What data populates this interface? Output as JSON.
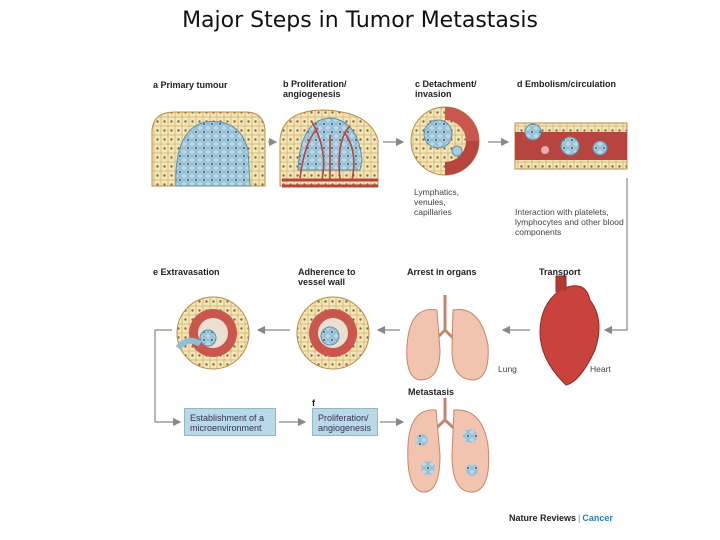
{
  "title": "Major Steps in Tumor Metastasis",
  "steps": {
    "a": {
      "letter": "a",
      "label": "Primary tumour"
    },
    "b": {
      "letter": "b",
      "label": "Proliferation/ angiogenesis"
    },
    "c": {
      "letter": "c",
      "label": "Detachment/ invasion"
    },
    "d": {
      "letter": "d",
      "label": "Embolism/circulation"
    },
    "e": {
      "letter": "e",
      "label": "Extravasation"
    },
    "adherence": "Adherence to vessel wall",
    "arrest": "Arrest in organs",
    "transport": "Transport",
    "metastasis": "Metastasis",
    "f": {
      "letter": "f"
    }
  },
  "notes": {
    "lymphatics": "Lymphatics, venules, capillaries",
    "interaction": "Interaction with platelets, lymphocytes and other blood components",
    "lung": "Lung",
    "heart": "Heart"
  },
  "boxes": {
    "microenvironment": "Establishment of a microenvironment",
    "proliferation": "Proliferation/ angiogenesis"
  },
  "credit": {
    "journal": "Nature Reviews",
    "section": "Cancer"
  },
  "colors": {
    "cell": "#f3e6b8",
    "tumour": "#9cc7db",
    "vessel": "#b8443f",
    "box": "#b9d9e6",
    "accent": "#2a7fb0"
  }
}
